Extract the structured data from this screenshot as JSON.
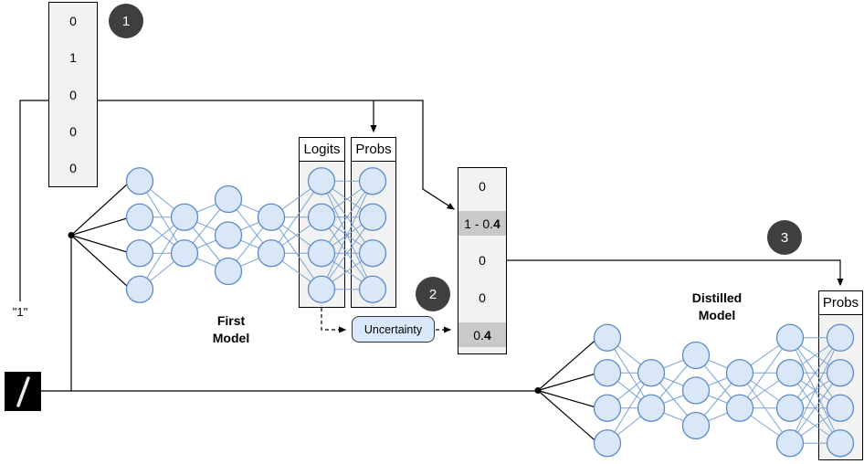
{
  "true_label": "\"1\"",
  "badges": {
    "step1": "1",
    "step2": "2",
    "step3": "3"
  },
  "onehot_vector": {
    "cells": [
      {
        "text": "0"
      },
      {
        "text": "1"
      },
      {
        "text": "0"
      },
      {
        "text": "0"
      },
      {
        "text": "0"
      }
    ]
  },
  "soft_vector": {
    "cells": [
      {
        "text": "0"
      },
      {
        "text": "1 - 0.",
        "bold": "4",
        "hl": true
      },
      {
        "text": "0"
      },
      {
        "text": "0"
      },
      {
        "text": "0.",
        "bold": "4",
        "hl": true
      }
    ]
  },
  "first_model": {
    "name": "First Model",
    "logits_label": "Logits",
    "probs_label": "Probs",
    "layers": [
      4,
      2,
      3,
      2,
      4,
      4
    ]
  },
  "distilled_model": {
    "name": "Distilled Model",
    "probs_label": "Probs",
    "layers": [
      4,
      2,
      3,
      2,
      4,
      4
    ]
  },
  "uncertainty_label": "Uncertainty",
  "colors": {
    "node_fill": "#d9e7f8",
    "node_stroke": "#5b8cc8",
    "edge": "#7aa3d4",
    "badge_bg": "#3f3f3f",
    "box_bg": "#f2f2f2",
    "highlight": "#c9c9c9",
    "uncertainty_fill": "#dae8fc",
    "line": "#000000"
  }
}
